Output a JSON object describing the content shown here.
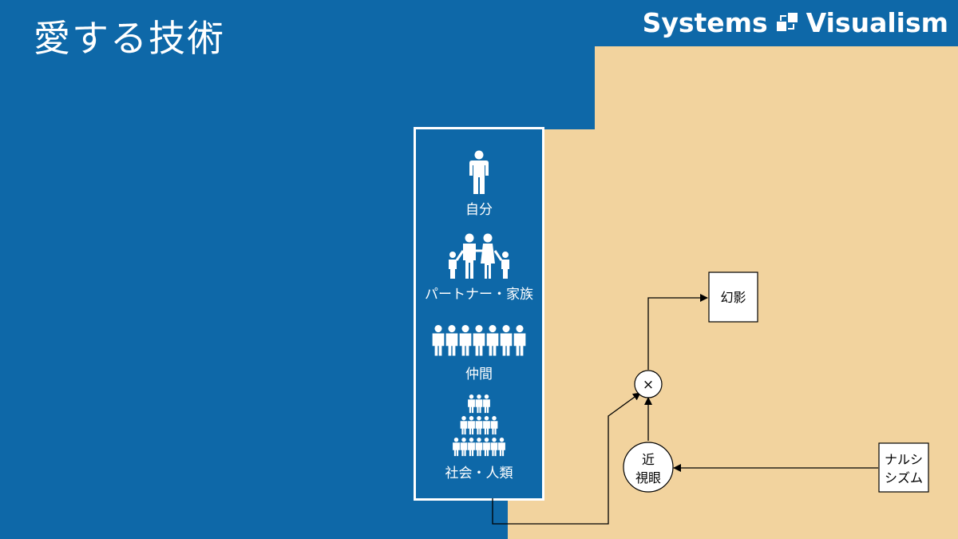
{
  "slide": {
    "title": "愛する技術",
    "logo": {
      "left": "Systems",
      "right": "Visualism",
      "icon": "loop-squares-icon"
    }
  },
  "colors": {
    "blue": "#0e68a8",
    "beige": "#f2d39e",
    "white": "#ffffff",
    "black": "#000000"
  },
  "scope_panel": {
    "items": [
      {
        "label": "自分",
        "icon": "person-icon"
      },
      {
        "label": "パートナー・家族",
        "icon": "family-icon"
      },
      {
        "label": "仲間",
        "icon": "group-icon"
      },
      {
        "label": "社会・人類",
        "icon": "crowd-icon"
      }
    ]
  },
  "nodes": {
    "illusion": "幻影",
    "narcissism_line1": "ナルシ",
    "narcissism_line2": "シズム",
    "myopia_line1": "近",
    "myopia_line2": "視眼",
    "multiply": "×"
  }
}
